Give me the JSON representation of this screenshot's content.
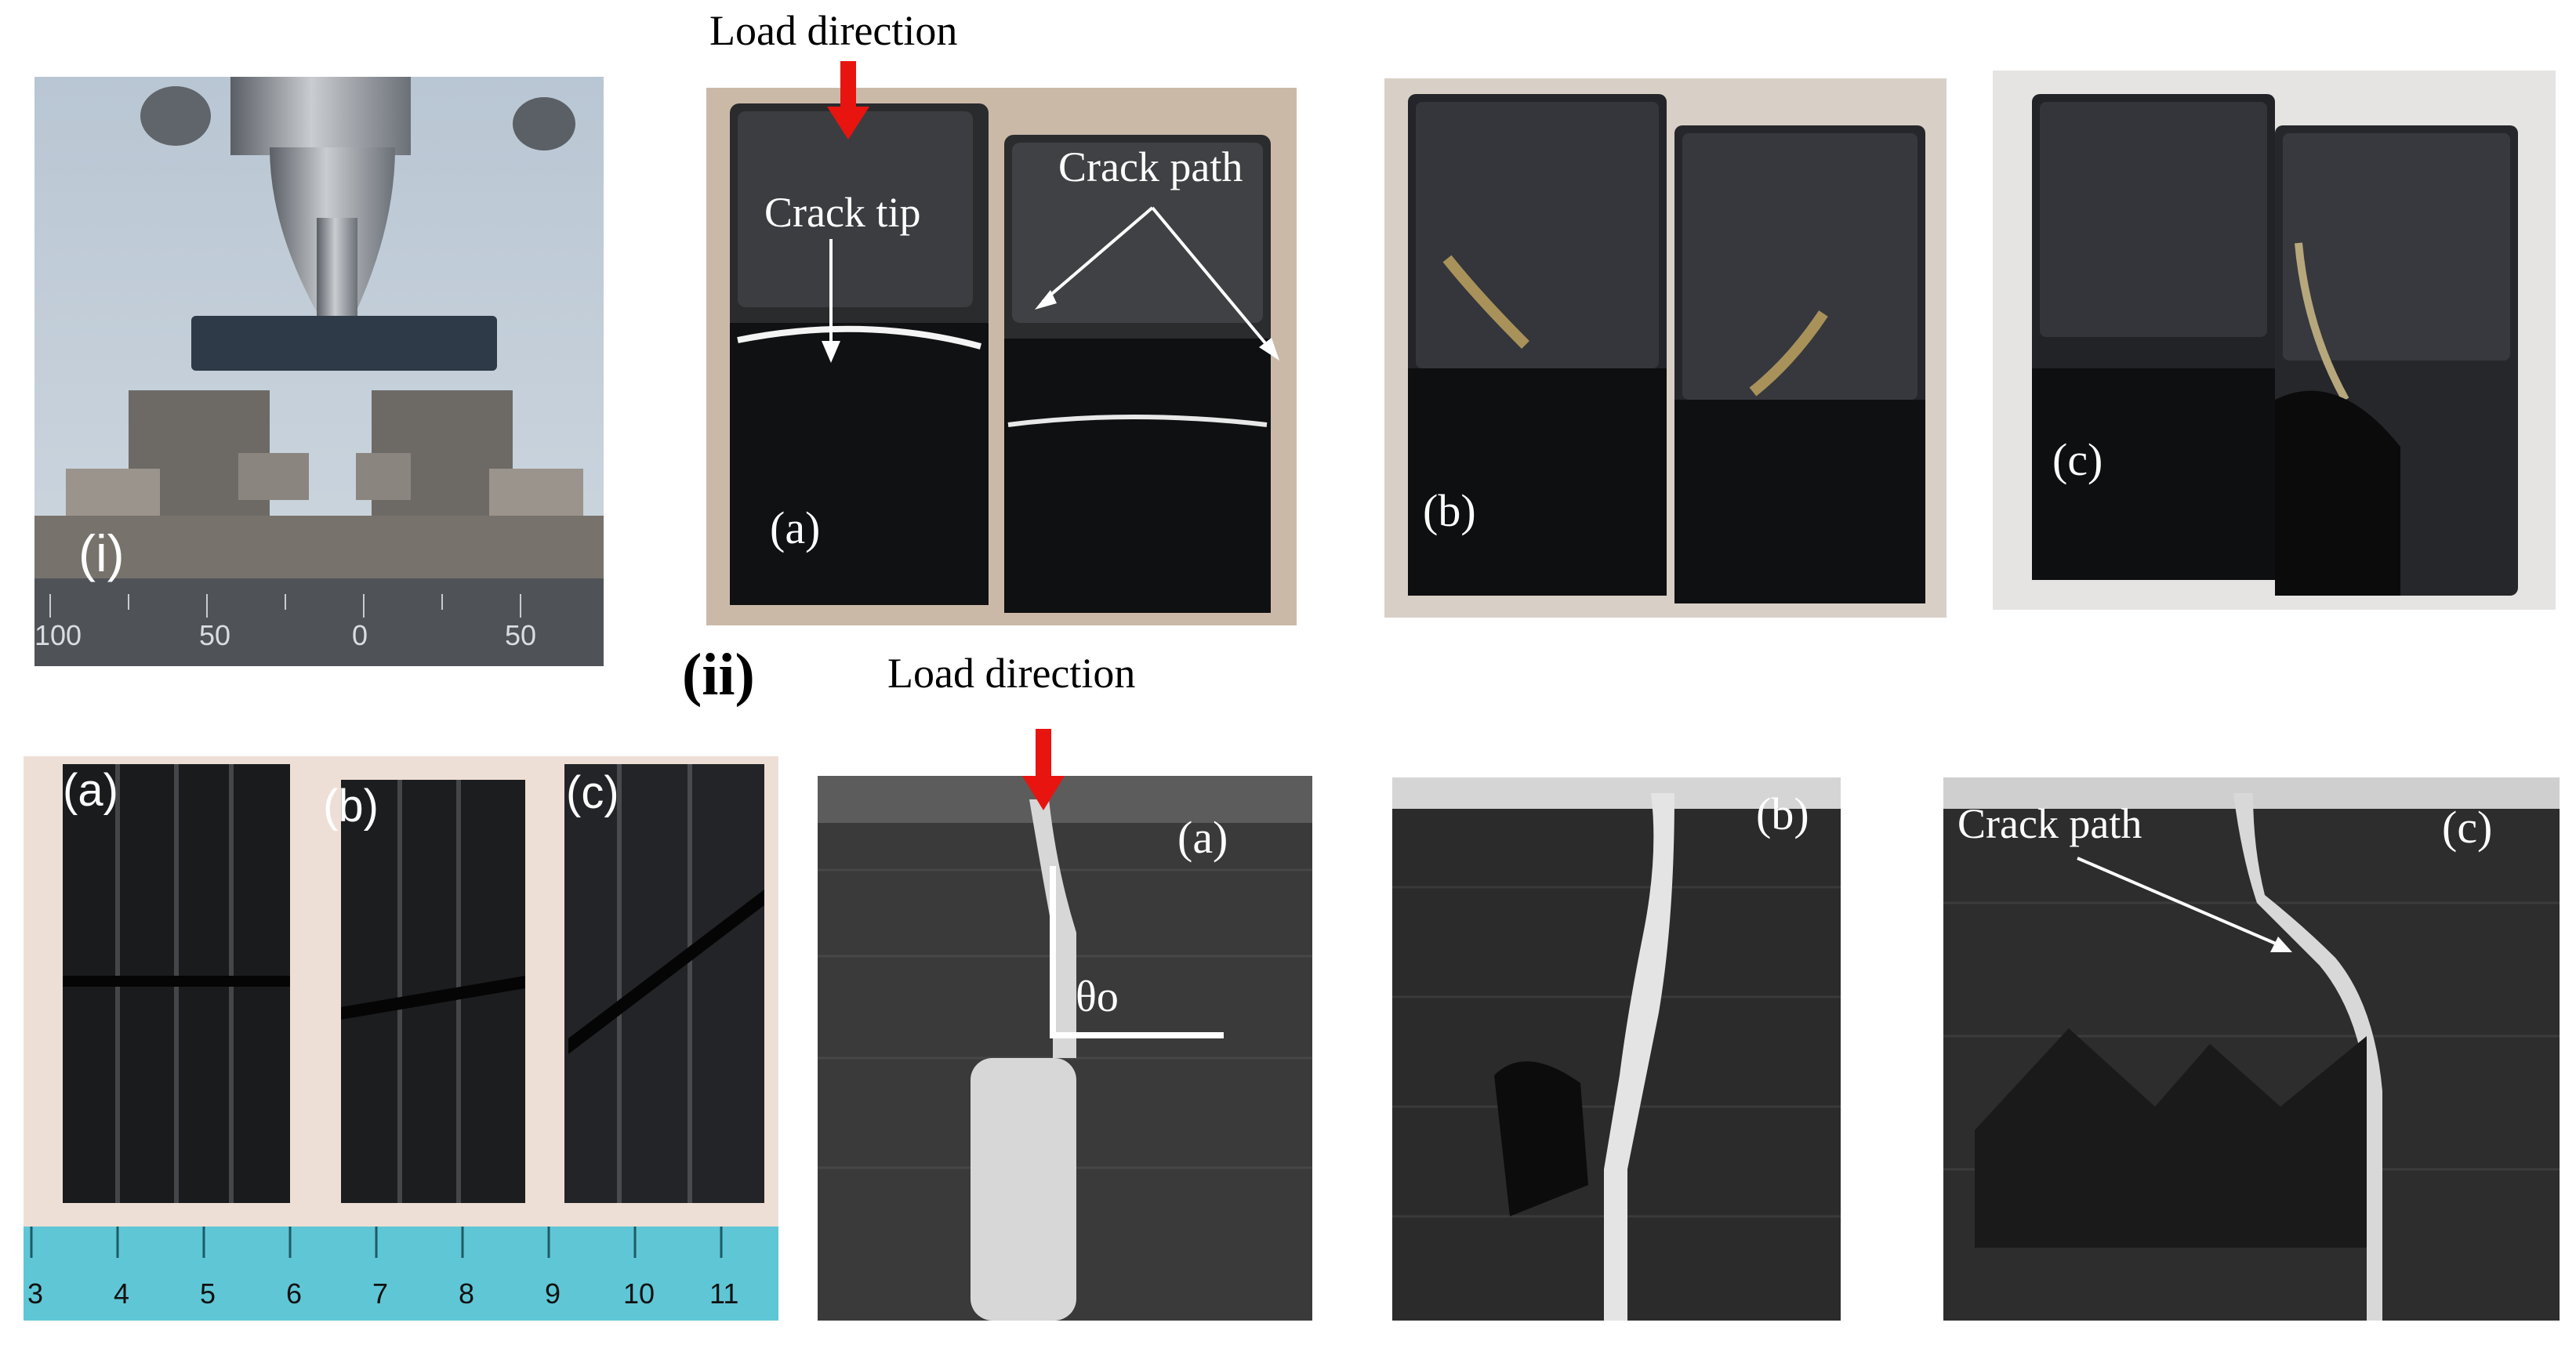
{
  "figure_labels": {
    "panel_i": "(i)",
    "panel_ii": "(ii)"
  },
  "top_row": {
    "load_direction": "Load direction",
    "crack_tip": "Crack tip",
    "crack_path": "Crack path",
    "a": "(a)",
    "b": "(b)",
    "c": "(c)"
  },
  "machine_ruler": [
    "100",
    "50",
    "0",
    "50"
  ],
  "specimens_photo": {
    "a": "(a)",
    "b": "(b)",
    "c": "(c)",
    "ruler_ticks": [
      "3",
      "4",
      "5",
      "6",
      "7",
      "8",
      "9",
      "10",
      "11"
    ]
  },
  "bottom_row": {
    "load_direction": "Load direction",
    "angle_label": "θo",
    "crack_path": "Crack path",
    "a": "(a)",
    "b": "(b)",
    "c": "(c)"
  },
  "colors": {
    "arrow_red": "#e8140f",
    "specimen_black": "#141414",
    "ruler_cyan": "#5fc6d6"
  }
}
